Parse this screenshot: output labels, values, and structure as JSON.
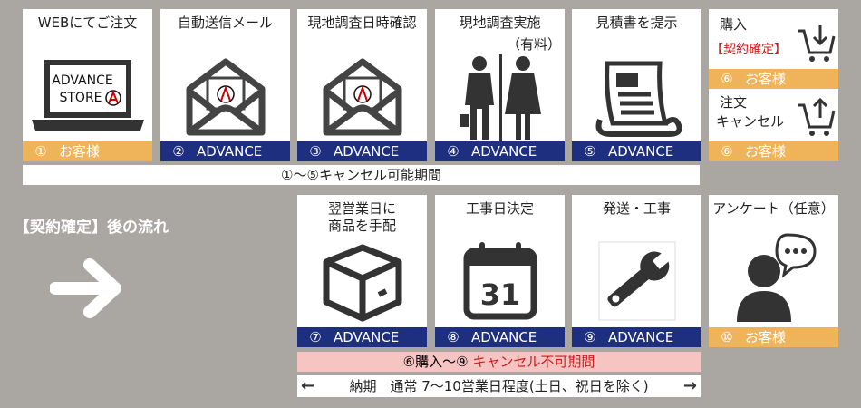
{
  "steps": [
    {
      "title": "WEBにてご注文",
      "num": "①",
      "who": "お客様",
      "screen_text": [
        "ADVANCE",
        "STORE"
      ]
    },
    {
      "title": "自動送信メール",
      "num": "②",
      "who": "ADVANCE"
    },
    {
      "title": "現地調査日時確認",
      "num": "③",
      "who": "ADVANCE"
    },
    {
      "title": "現地調査実施",
      "note": "（有料）",
      "num": "④",
      "who": "ADVANCE"
    },
    {
      "title": "見積書を提示",
      "num": "⑤",
      "who": "ADVANCE"
    },
    {
      "title": "購入",
      "tag": "【契約確定】",
      "num": "⑥",
      "who": "お客様",
      "cancel_title": "注文",
      "cancel_sub": "キャンセル"
    },
    {
      "title": "翌営業日に",
      "title2": "商品を手配",
      "num": "⑦",
      "who": "ADVANCE"
    },
    {
      "title": "工事日決定",
      "num": "⑧",
      "who": "ADVANCE",
      "calendar_day": "31"
    },
    {
      "title": "発送・工事",
      "num": "⑨",
      "who": "ADVANCE"
    },
    {
      "title": "アンケート（任意）",
      "num": "⑩",
      "who": "お客様"
    }
  ],
  "cancel_possible": "①～⑤キャンセル可能期間",
  "after_contract": "【契約確定】後の流れ",
  "no_cancel_prefix": "⑥購入～⑨",
  "no_cancel_red": "キャンセル不可期間",
  "leadtime": "納期　通常 7～10営業日程度(土日、祝日を除く)",
  "colors": {
    "background": "#aaa6a2",
    "blue": "#1f2f80",
    "orange": "#efb45a",
    "pink": "#f6c4c3",
    "red": "#d11b1b"
  }
}
